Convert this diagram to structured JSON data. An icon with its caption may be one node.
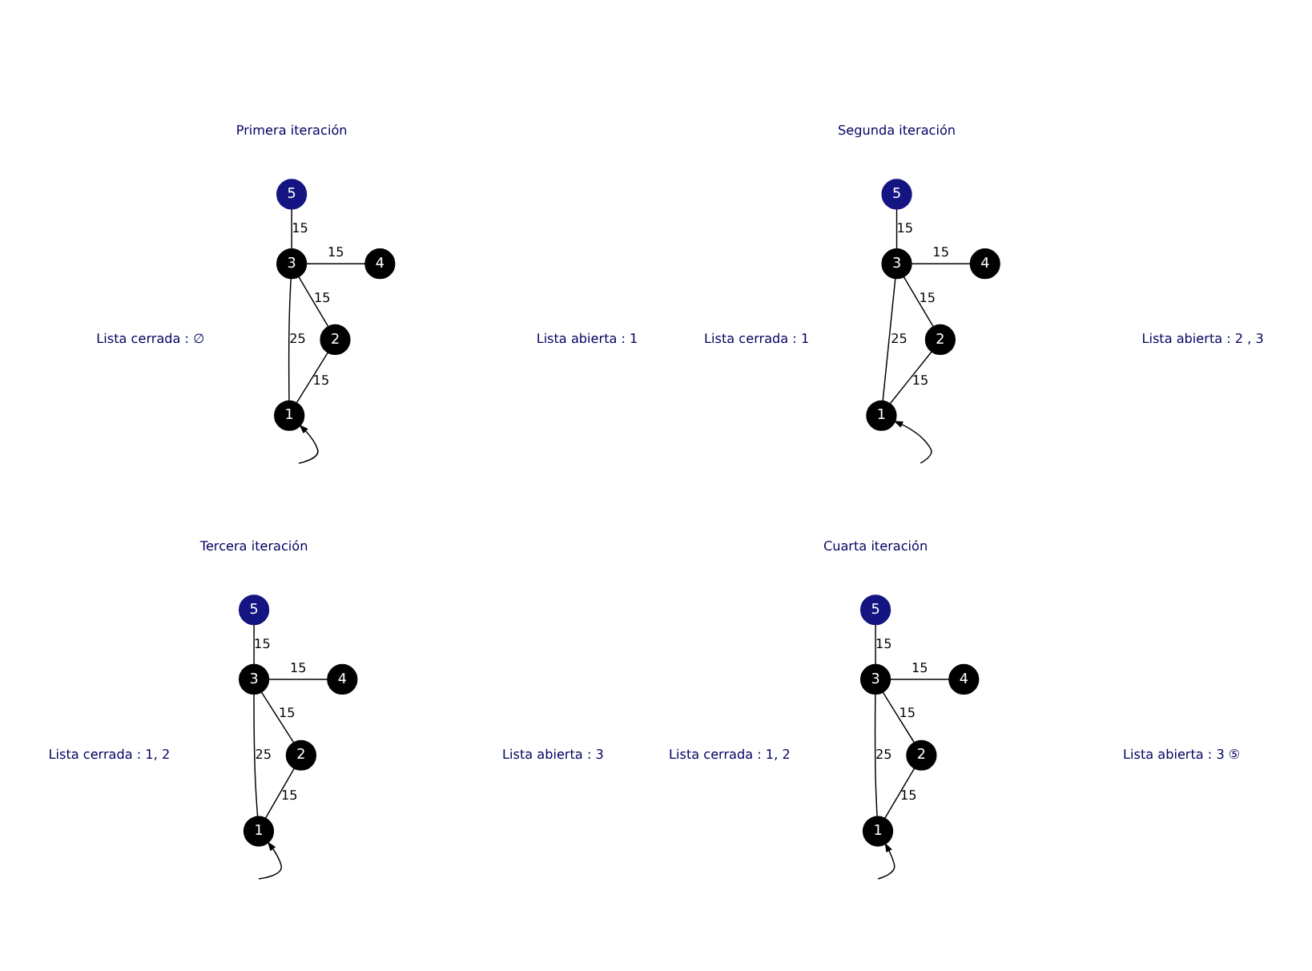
{
  "diagram": {
    "nodes": [
      {
        "text": [
          "1"
        ]
      },
      {
        "text": [
          "2"
        ]
      },
      {
        "text": [
          "3"
        ]
      },
      {
        "text": [
          "4"
        ]
      },
      {
        "text": [
          "5"
        ]
      },
      {
        "text": [
          "1"
        ]
      },
      {
        "text": [
          "2"
        ]
      },
      {
        "text": [
          "3"
        ]
      },
      {
        "text": [
          "4"
        ]
      },
      {
        "text": [
          "5"
        ]
      },
      {
        "text": [
          "1"
        ]
      },
      {
        "text": [
          "2"
        ]
      },
      {
        "text": [
          "3"
        ]
      },
      {
        "text": [
          "4"
        ]
      },
      {
        "text": [
          "5"
        ]
      },
      {
        "text": [
          "1"
        ]
      },
      {
        "text": [
          "2"
        ]
      },
      {
        "text": [
          "3"
        ]
      },
      {
        "text": [
          "4"
        ]
      },
      {
        "text": [
          "5"
        ]
      }
    ],
    "edges": [
      {
        "from": 4,
        "to": 2,
        "arrow": "none",
        "label": "15"
      },
      {
        "from": 2,
        "to": 3,
        "arrow": "none",
        "label": "15"
      },
      {
        "from": 2,
        "to": 1,
        "arrow": "none",
        "label": "15"
      },
      {
        "from": 2,
        "to": 0,
        "arrow": "none",
        "label": "25"
      },
      {
        "from": 1,
        "to": 0,
        "arrow": "none",
        "label": "15"
      },
      {
        "from": null,
        "to": 0,
        "arrow": "to"
      },
      {
        "from": 9,
        "to": 7,
        "arrow": "none",
        "label": "15"
      },
      {
        "from": 7,
        "to": 8,
        "arrow": "none",
        "label": "15"
      },
      {
        "from": 7,
        "to": 6,
        "arrow": "none",
        "label": "15"
      },
      {
        "from": 7,
        "to": 5,
        "arrow": "none",
        "label": "25"
      },
      {
        "from": 6,
        "to": 5,
        "arrow": "none",
        "label": "15"
      },
      {
        "from": null,
        "to": 5,
        "arrow": "to"
      },
      {
        "from": 14,
        "to": 12,
        "arrow": "none",
        "label": "15"
      },
      {
        "from": 12,
        "to": 13,
        "arrow": "none",
        "label": "15"
      },
      {
        "from": 12,
        "to": 11,
        "arrow": "none",
        "label": "15"
      },
      {
        "from": 12,
        "to": 10,
        "arrow": "none",
        "label": "25"
      },
      {
        "from": 11,
        "to": 10,
        "arrow": "none",
        "label": "15"
      },
      {
        "from": null,
        "to": 10,
        "arrow": "to"
      },
      {
        "from": 19,
        "to": 17,
        "arrow": "none",
        "label": "15"
      },
      {
        "from": 17,
        "to": 18,
        "arrow": "none",
        "label": "15"
      },
      {
        "from": 17,
        "to": 16,
        "arrow": "none",
        "label": "15"
      },
      {
        "from": 17,
        "to": 15,
        "arrow": "none",
        "label": "25"
      },
      {
        "from": 16,
        "to": 15,
        "arrow": "none",
        "label": "15"
      },
      {
        "from": null,
        "to": 15,
        "arrow": "to"
      }
    ],
    "labels": [
      "Primera iteración",
      "Lista abierta : 1",
      "Lista cerrada : ∅",
      "Segunda iteración",
      "Lista abierta : 2 , 3",
      "Lista cerrada : 1",
      "Tercera iteración",
      "Lista abierta : 3",
      "Lista cerrada : 1, 2",
      "Cuarta iteración",
      "Lista abierta : 3 ⑤",
      "Lista cerrada : 1, 2"
    ]
  }
}
